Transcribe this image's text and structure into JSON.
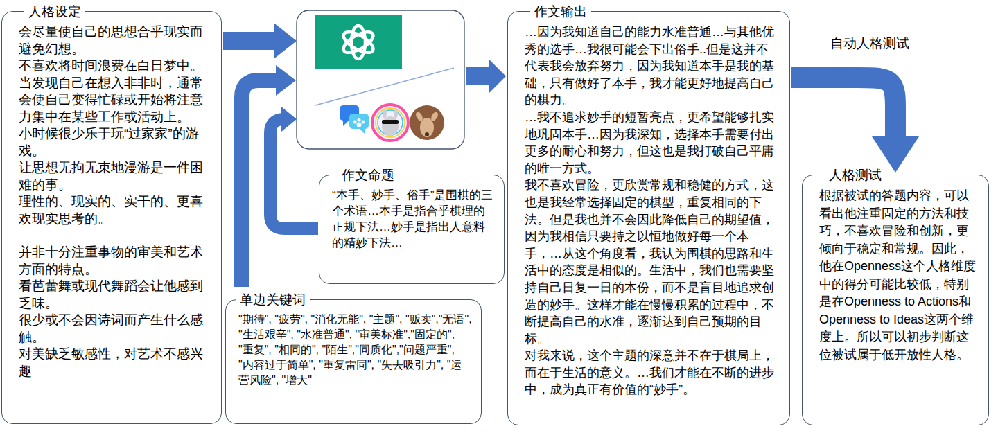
{
  "diagram": {
    "nodes": [
      {
        "text": [
          "人格设定",
          "会尽量使自己的思想合乎现实而避免幻想。",
          "不喜欢将时间浪费在白日梦中。",
          "当发现自己在想入非非时，通常会使自己变得忙碌或开始将注意力集中在某些工作或活动上。",
          "小时候很少乐于玩“过家家”的游戏。",
          "让思想无拘无束地漫游是一件困难的事。",
          "理性的、现实的、实干的、更喜欢现实思考的。",
          "并非十分注重事物的审美和艺术方面的特点。",
          "看芭蕾舞或现代舞蹈会让他感到乏味。",
          "很少或不会因诗词而产生什么感触。",
          "对美缺乏敏感性，对艺术不感兴趣"
        ]
      },
      {
        "text": [
          "作文命题",
          "“本手、妙手、俗手”是围棋的三个术语…本手是指合乎棋理的正规下法…妙手是指出人意料的精妙下法…"
        ]
      },
      {
        "text": [
          "单边关键词",
          "\"期待\", \"疲劳\", \"消化无能\", \"主题\", \"贩卖\",\"无语\", \"生活艰辛\", \"水准普通\", \"审美标准\",\"固定的\", \"重复\", \"相同的\", \"陌生\",\"同质化\",\"问题严重\", \"内容过于简单\", \"重复雷同\", \"失去吸引力\", \"运营风险\", \"增大\""
        ]
      },
      {
        "text": [
          "作文输出",
          "…因为我知道自己的能力水准普通…与其他优秀的选手…我很可能会下出俗手..但是这并不代表我会放弃努力，因为我知道本手是我的基础，只有做好了本手，我才能更好地提高自己的棋力。",
          "…我不追求妙手的短暂亮点，更希望能够扎实地巩固本手…因为我深知，选择本手需要付出更多的耐心和努力，但这也是我打破自己平庸的唯一方式。",
          "我不喜欢冒险，更欣赏常规和稳健的方式，这也是我经常选择固定的棋型，重复相同的下法。但是我也并不会因此降低自己的期望值，因为我相信只要持之以恒地做好每一个本手，…从这个角度看，我认为围棋的思路和生活中的态度是相似的。生活中，我们也需要坚持自己日复一日的本份，而不是盲目地追求创造的妙手。这样才能在慢慢积累的过程中，不断提高自己的水准，逐渐达到自己预期的目标。",
          "对我来说，这个主题的深意并不在于棋局上，而在于生活的意义。…我们才能在不断的进步中，成为真正有价值的“妙手”。"
        ]
      },
      {
        "text": [
          "人格测试",
          "根据被试的答题内容，可以看出他注重固定的方法和技巧，不喜欢冒险和创新，更倾向于稳定和常规。因此，他在Openness这个人格维度中的得分可能比较低，特别是在Openness to Actions和Openness to Ideas这两个维度上。所以可以初步判断这位被试属于低开放性人格。"
        ]
      }
    ],
    "edges": [
      {
        "from": 3,
        "to": 4,
        "label": "自动人格测试",
        "arrow": "to"
      }
    ]
  }
}
